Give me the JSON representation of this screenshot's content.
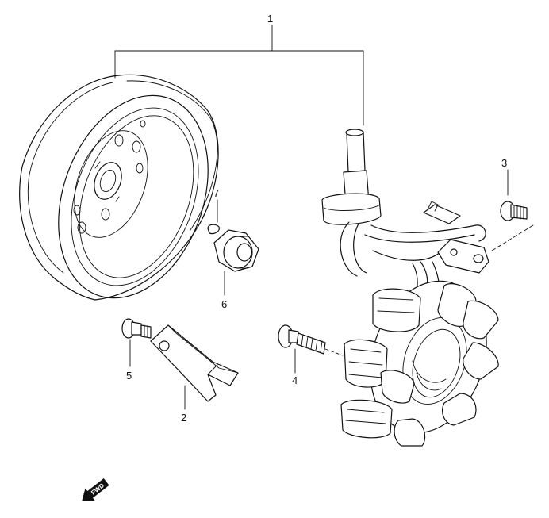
{
  "parts": [
    {
      "id": "part-1",
      "label": "1"
    },
    {
      "id": "part-2",
      "label": "2"
    },
    {
      "id": "part-3",
      "label": "3"
    },
    {
      "id": "part-4",
      "label": "4"
    },
    {
      "id": "part-5",
      "label": "5"
    },
    {
      "id": "part-6",
      "label": "6"
    },
    {
      "id": "part-7",
      "label": "7"
    }
  ],
  "direction_arrow": {
    "text": "FWD",
    "icon": "forward-arrow-icon",
    "color": "#111111"
  },
  "colors": {
    "line": "#111111",
    "background": "#ffffff"
  }
}
